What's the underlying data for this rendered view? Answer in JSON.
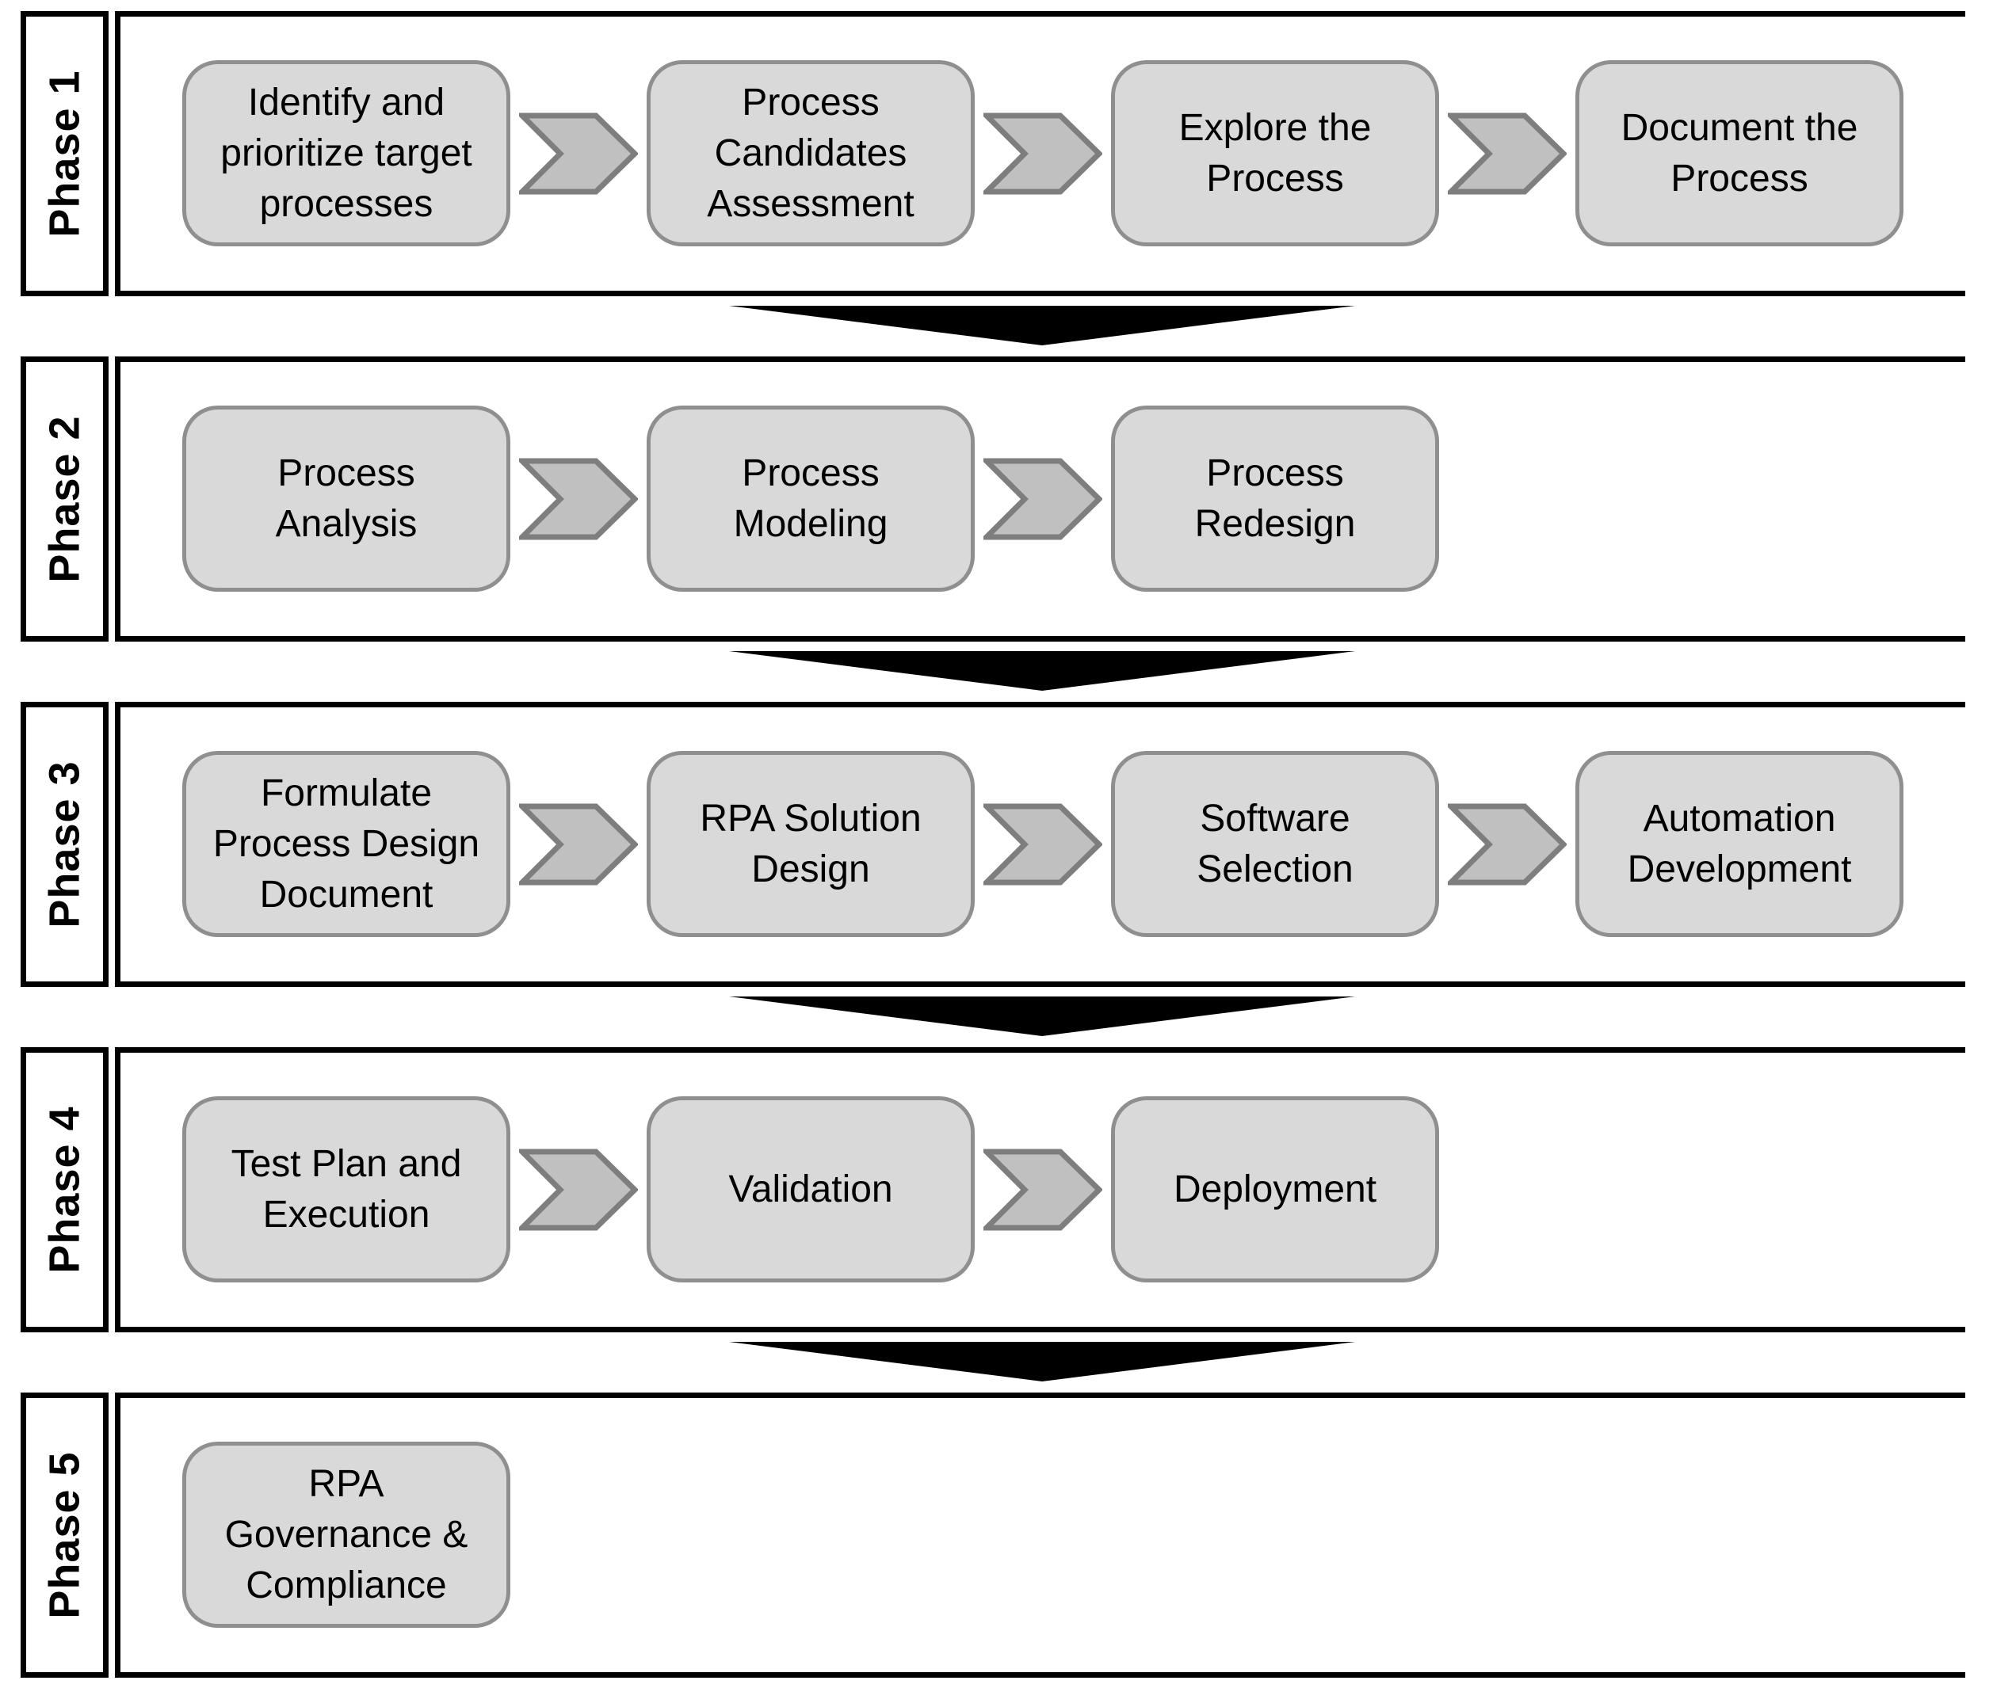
{
  "diagram": {
    "type": "process-flow",
    "phases": [
      {
        "label": "Phase 1",
        "steps": [
          {
            "lines": [
              "Identify and",
              "prioritize target",
              "processes"
            ]
          },
          {
            "lines": [
              "Process",
              "Candidates",
              "Assessment"
            ]
          },
          {
            "lines": [
              "Explore the",
              "Process"
            ]
          },
          {
            "lines": [
              "Document the",
              "Process"
            ]
          }
        ]
      },
      {
        "label": "Phase 2",
        "steps": [
          {
            "lines": [
              "Process",
              "Analysis"
            ]
          },
          {
            "lines": [
              "Process",
              "Modeling"
            ]
          },
          {
            "lines": [
              "Process",
              "Redesign"
            ]
          }
        ]
      },
      {
        "label": "Phase 3",
        "steps": [
          {
            "lines": [
              "Formulate",
              "Process Design",
              "Document"
            ]
          },
          {
            "lines": [
              "RPA Solution",
              "Design"
            ]
          },
          {
            "lines": [
              "Software",
              "Selection"
            ]
          },
          {
            "lines": [
              "Automation",
              "Development"
            ]
          }
        ]
      },
      {
        "label": "Phase 4",
        "steps": [
          {
            "lines": [
              "Test Plan and",
              "Execution"
            ]
          },
          {
            "lines": [
              "Validation"
            ]
          },
          {
            "lines": [
              "Deployment"
            ]
          }
        ]
      },
      {
        "label": "Phase 5",
        "steps": [
          {
            "lines": [
              "RPA",
              "Governance &",
              "Compliance"
            ]
          }
        ]
      }
    ],
    "icons": {
      "step_connector": "chevron-right",
      "phase_connector": "triangle-down"
    },
    "colors": {
      "step_fill": "#d9d9d9",
      "step_border": "#8f8f8f",
      "chevron_fill": "#c0c0c0",
      "chevron_border": "#7e7e7e",
      "frame_border": "#000000",
      "phase_arrow": "#000000",
      "text": "#000000",
      "background": "#ffffff"
    }
  }
}
